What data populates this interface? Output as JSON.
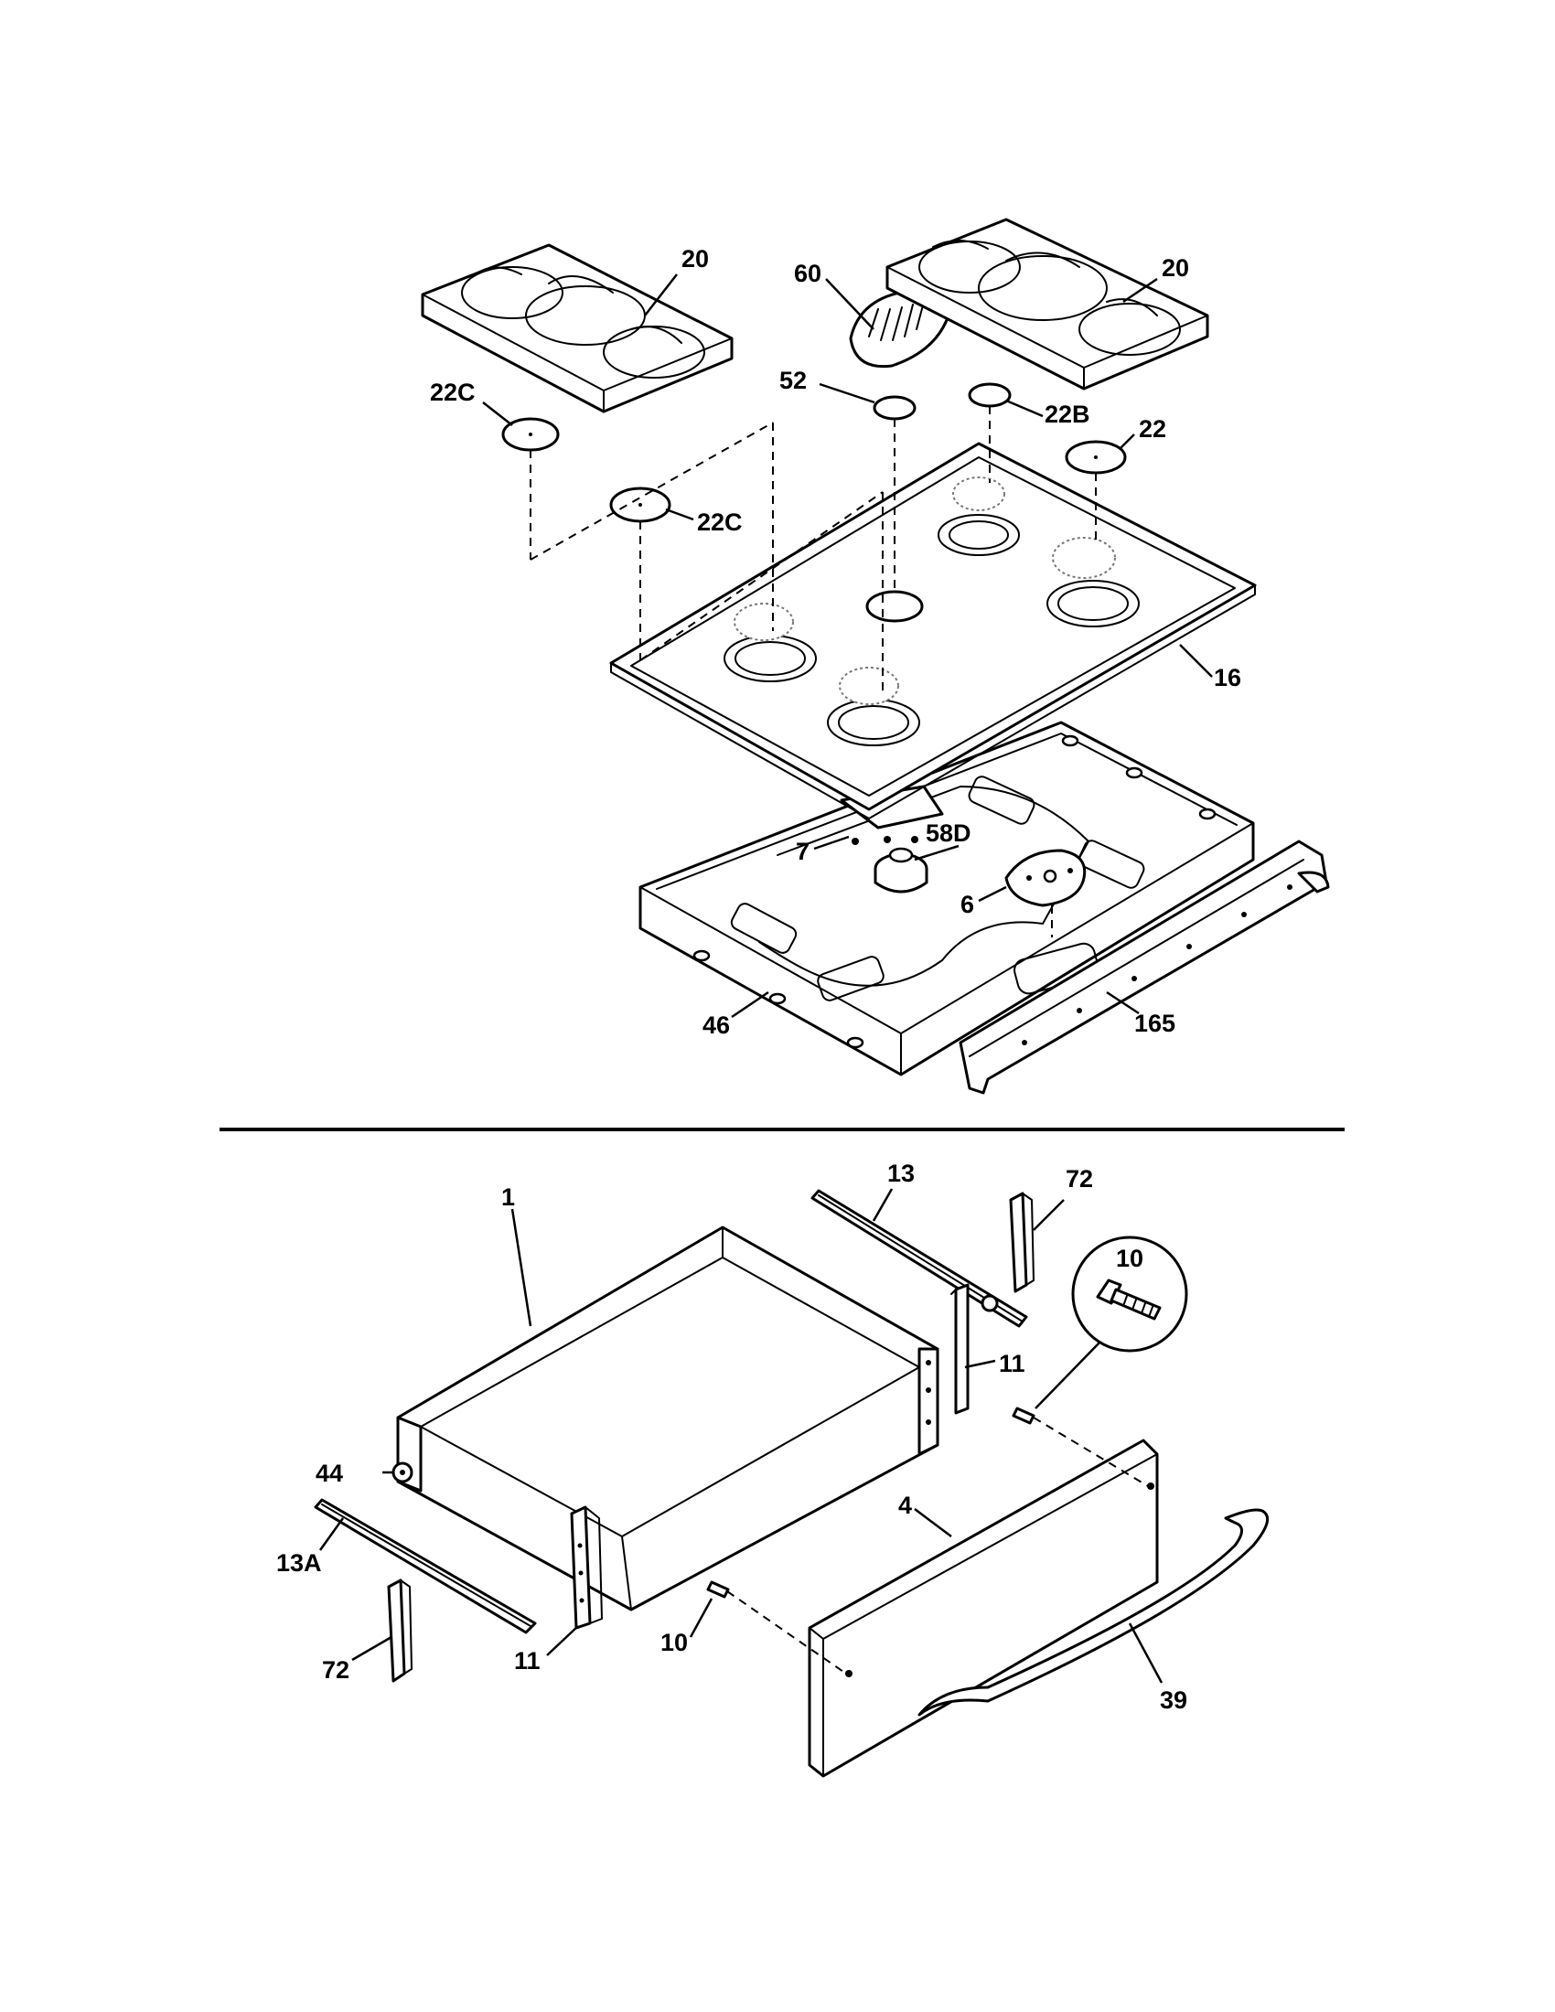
{
  "callouts": {
    "grate_left": "20",
    "grate_right": "20",
    "cap_left_top": "22C",
    "cap_left_bottom": "22C",
    "cap_center": "52",
    "cover_center": "60",
    "cap_right_small": "22B",
    "cap_right_large": "22",
    "cooktop": "16",
    "bracket_7": "7",
    "valve_58d": "58D",
    "plate_6": "6",
    "burner_box": "46",
    "rail_165": "165",
    "drawer_body": "1",
    "slide_right": "13",
    "bracket_72_right": "72",
    "screw_detail": "10",
    "bracket_11_right": "11",
    "roller_44": "44",
    "slide_left": "13A",
    "bracket_72_left": "72",
    "bracket_11_left": "11",
    "screw_left": "10",
    "drawer_front": "4",
    "handle": "39"
  },
  "colors": {
    "ink": "#000000",
    "paper": "#ffffff"
  }
}
